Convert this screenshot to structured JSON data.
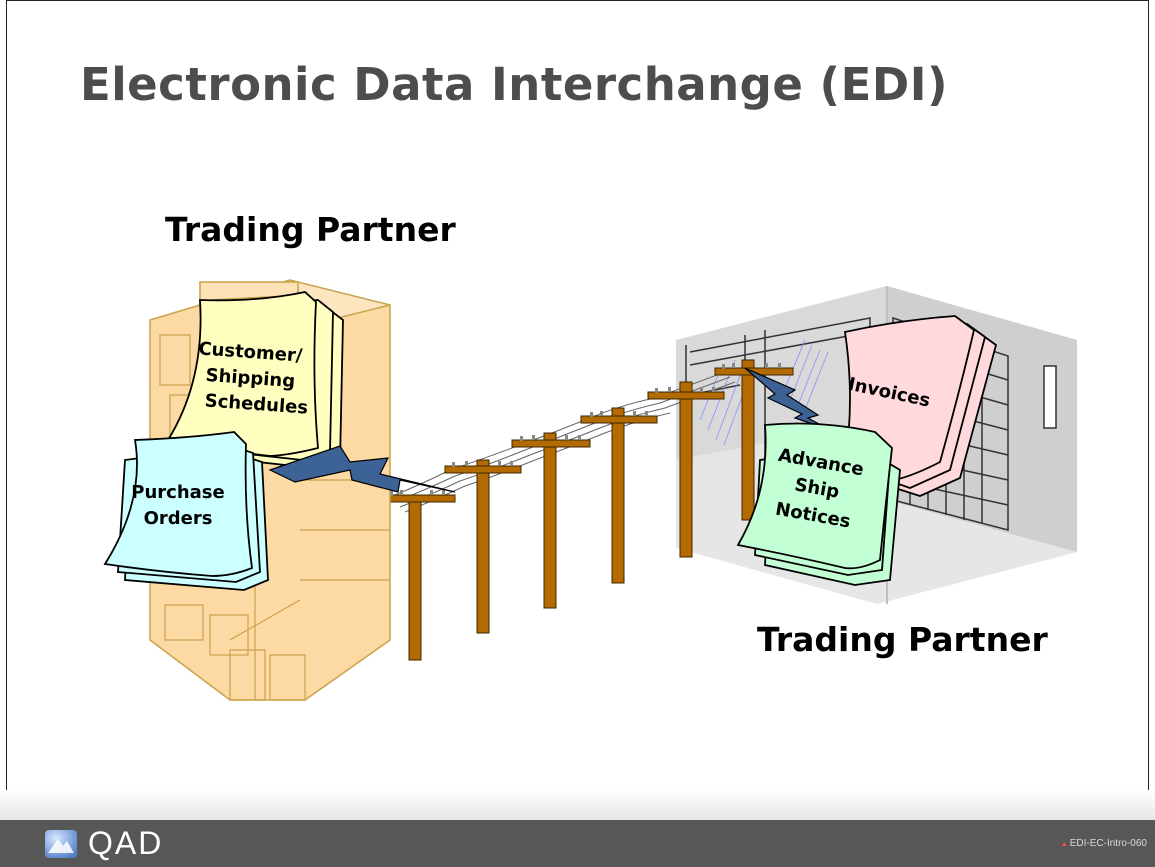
{
  "title": "Electronic Data Interchange (EDI)",
  "partner_left": "Trading Partner",
  "partner_right": "Trading Partner",
  "documents": {
    "schedules": [
      "Customer/",
      "Shipping",
      "Schedules"
    ],
    "purchase_orders": [
      "Purchase",
      "Orders"
    ],
    "invoices": "Invoices",
    "asn": [
      "Advance",
      "Ship",
      "Notices"
    ]
  },
  "footer": {
    "logo": "QAD",
    "slide_code": "EDI-EC-Intro-060"
  },
  "colors": {
    "title": "#4d4d4d",
    "footer": "#575757",
    "building": "#fdd9a4",
    "doc_yellow": "#ffffc0",
    "doc_cyan": "#ccffff",
    "doc_pink": "#ffd9dc",
    "doc_green": "#c2ffd5",
    "pole": "#b36a00",
    "bolt": "#3c6296"
  }
}
